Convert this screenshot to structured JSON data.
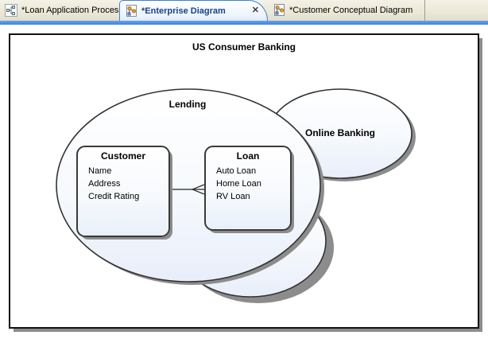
{
  "tabs": [
    {
      "label": "*Loan Application Process",
      "active": false,
      "icon": "process-diagram-icon"
    },
    {
      "label": "*Enterprise Diagram",
      "active": true,
      "icon": "diagram-icon",
      "close_glyph": "✕"
    },
    {
      "label": "*Customer Conceptual Diagram",
      "active": false,
      "icon": "diagram-icon"
    }
  ],
  "diagram": {
    "title": "US Consumer Banking",
    "ellipses": [
      {
        "label": "Lending"
      },
      {
        "label": "Online Banking"
      },
      {
        "label": ""
      }
    ],
    "entities": [
      {
        "title": "Customer",
        "attributes": [
          "Name",
          "Address",
          "Credit Rating"
        ]
      },
      {
        "title": "Loan",
        "attributes": [
          "Auto Loan",
          "Home Loan",
          "RV Loan"
        ]
      }
    ],
    "connector": {
      "from": "Customer",
      "to": "Loan",
      "end_style": "crow-foot"
    }
  },
  "colors": {
    "accent_blue": "#3c80d8",
    "active_tab_text": "#17418c",
    "tabbar_bg": "#ece9d8",
    "shape_shadow": "#8c8c8c",
    "shape_border": "#333333",
    "ellipse_fill_bottom": "#e8eefa",
    "frame_border": "#111111"
  }
}
